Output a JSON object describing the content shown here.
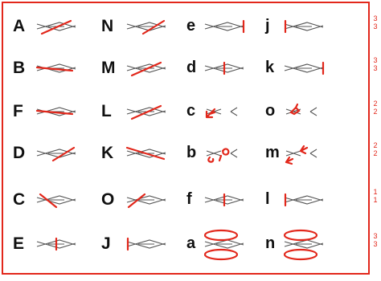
{
  "colors": {
    "mark": "#e2271b",
    "ink": "#111111",
    "figure": "#555555"
  },
  "rows": [
    {
      "cells": [
        {
          "label": "A",
          "mark": "diagonal-up"
        },
        {
          "label": "N",
          "mark": "diagonal-up-right"
        },
        {
          "label": "e",
          "mark": "vtick-right"
        },
        {
          "label": "j",
          "mark": "vtick-left"
        }
      ],
      "side": [
        "3",
        "3"
      ]
    },
    {
      "cells": [
        {
          "label": "B",
          "mark": "horizontal"
        },
        {
          "label": "M",
          "mark": "diagonal-up"
        },
        {
          "label": "d",
          "mark": "vtick-center"
        },
        {
          "label": "k",
          "mark": "vtick-right"
        }
      ],
      "side": [
        "3",
        "3"
      ]
    },
    {
      "cells": [
        {
          "label": "F",
          "mark": "horizontal"
        },
        {
          "label": "L",
          "mark": "diagonal-up"
        },
        {
          "label": "c",
          "mark": "arrow-left"
        },
        {
          "label": "o",
          "mark": "arrow-curl"
        }
      ],
      "side": [
        "2",
        "2"
      ]
    },
    {
      "cells": [
        {
          "label": "D",
          "mark": "diagonal-up-right"
        },
        {
          "label": "K",
          "mark": "diagonal-down"
        },
        {
          "label": "b",
          "mark": "loops-broken"
        },
        {
          "label": "m",
          "mark": "arrows-broken"
        }
      ],
      "side": [
        "2",
        "2"
      ]
    },
    {
      "cells": [
        {
          "label": "C",
          "mark": "diagonal-down-left"
        },
        {
          "label": "O",
          "mark": "diagonal-up-left"
        },
        {
          "label": "f",
          "mark": "vtick-center"
        },
        {
          "label": "l",
          "mark": "vtick-left"
        }
      ],
      "side": [
        "1",
        "1"
      ]
    },
    {
      "cells": [
        {
          "label": "E",
          "mark": "vtick-center"
        },
        {
          "label": "J",
          "mark": "vtick-left"
        },
        {
          "label": "a",
          "mark": "ellipses"
        },
        {
          "label": "n",
          "mark": "ellipses"
        }
      ],
      "side": [
        "3",
        "3"
      ]
    }
  ]
}
